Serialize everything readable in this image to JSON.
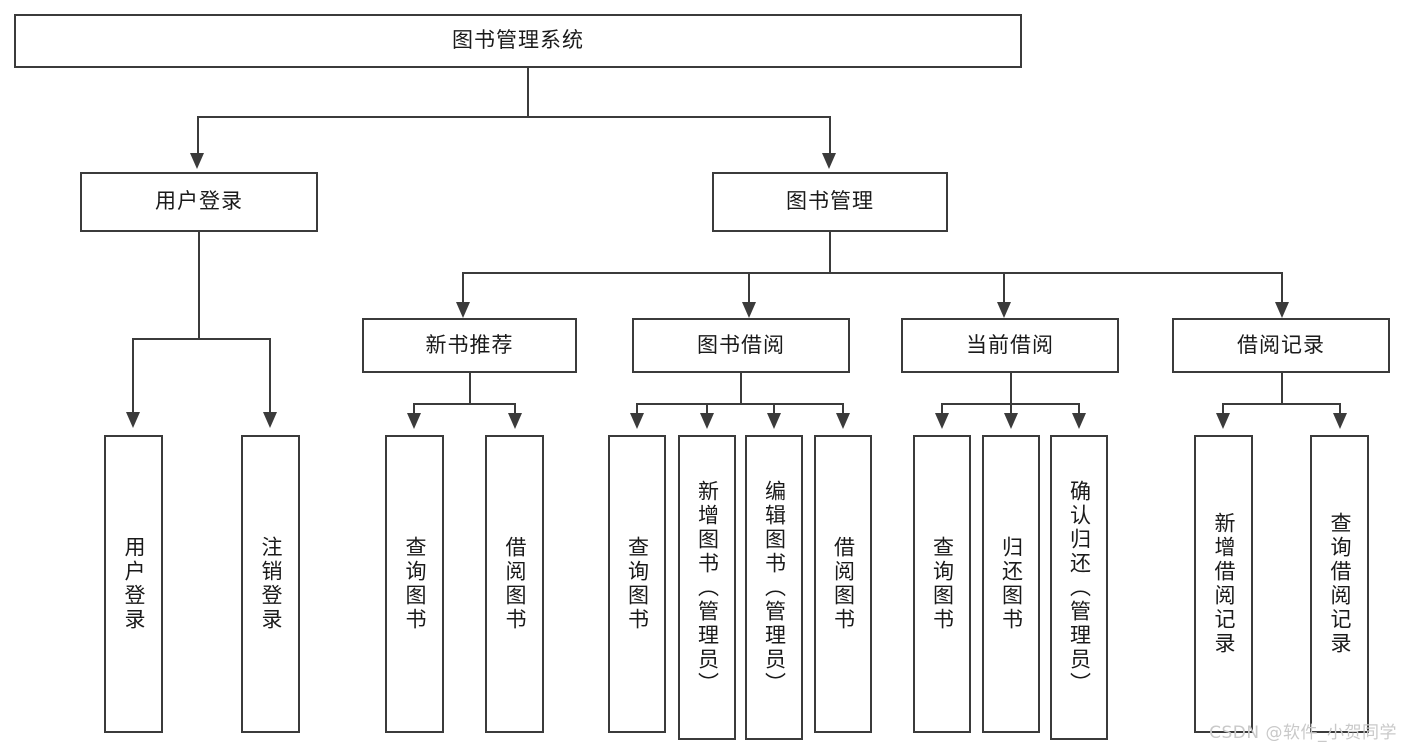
{
  "diagram": {
    "title": "图书管理系统",
    "watermark": "CSDN @软件_小贺同学",
    "levels": {
      "root": {
        "label": "图书管理系统"
      },
      "level2": [
        {
          "label": "用户登录"
        },
        {
          "label": "图书管理"
        }
      ],
      "level3": [
        {
          "label": "新书推荐"
        },
        {
          "label": "图书借阅"
        },
        {
          "label": "当前借阅"
        },
        {
          "label": "借阅记录"
        }
      ],
      "level4": {
        "user_login_children": [
          {
            "label": "用户登录"
          },
          {
            "label": "注销登录"
          }
        ],
        "new_book_children": [
          {
            "label": "查询图书"
          },
          {
            "label": "借阅图书"
          }
        ],
        "book_borrow_children": [
          {
            "label": "查询图书"
          },
          {
            "label": "新增图书（管理员）"
          },
          {
            "label": "编辑图书（管理员）"
          },
          {
            "label": "借阅图书"
          }
        ],
        "current_borrow_children": [
          {
            "label": "查询图书"
          },
          {
            "label": "归还图书"
          },
          {
            "label": "确认归还（管理员）"
          }
        ],
        "borrow_record_children": [
          {
            "label": "新增借阅记录"
          },
          {
            "label": "查询借阅记录"
          }
        ]
      }
    },
    "colors": {
      "stroke": "#3b3b3b",
      "fill": "#ffffff",
      "text": "#1a1a1a",
      "watermark": "#c9c9c9"
    }
  }
}
